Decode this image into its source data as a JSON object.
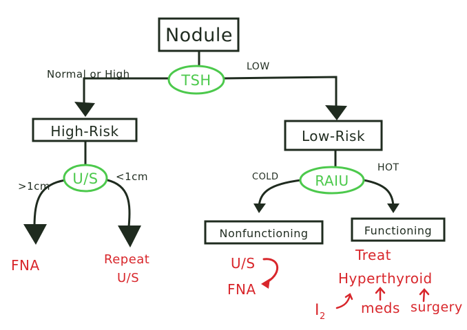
{
  "nodes": {
    "nodule": "Nodule",
    "tsh": "TSH",
    "high_risk": "High-Risk",
    "low_risk": "Low-Risk",
    "us": "U/S",
    "raiu": "RAIU",
    "nonfunctioning": "Nonfunctioning",
    "functioning": "Functioning"
  },
  "edges": {
    "normal_or_high": "Normal or High",
    "low": "LOW",
    "gt_1cm": ">1cm",
    "lt_1cm": "<1cm",
    "cold": "COLD",
    "hot": "HOT"
  },
  "outcomes": {
    "fna": "FNA",
    "repeat_line1": "Repeat",
    "repeat_line2": "U/S",
    "nonfunc_us": "U/S",
    "nonfunc_fna": "FNA",
    "treat": "Treat",
    "hyperthyroid": "Hyperthyroid",
    "i2_main": "I",
    "i2_sub": "2",
    "meds": "meds",
    "surgery": "surgery"
  },
  "colors": {
    "ink": "#1f2b1f",
    "oval": "#4cc94c",
    "outcome": "#d8262b"
  }
}
